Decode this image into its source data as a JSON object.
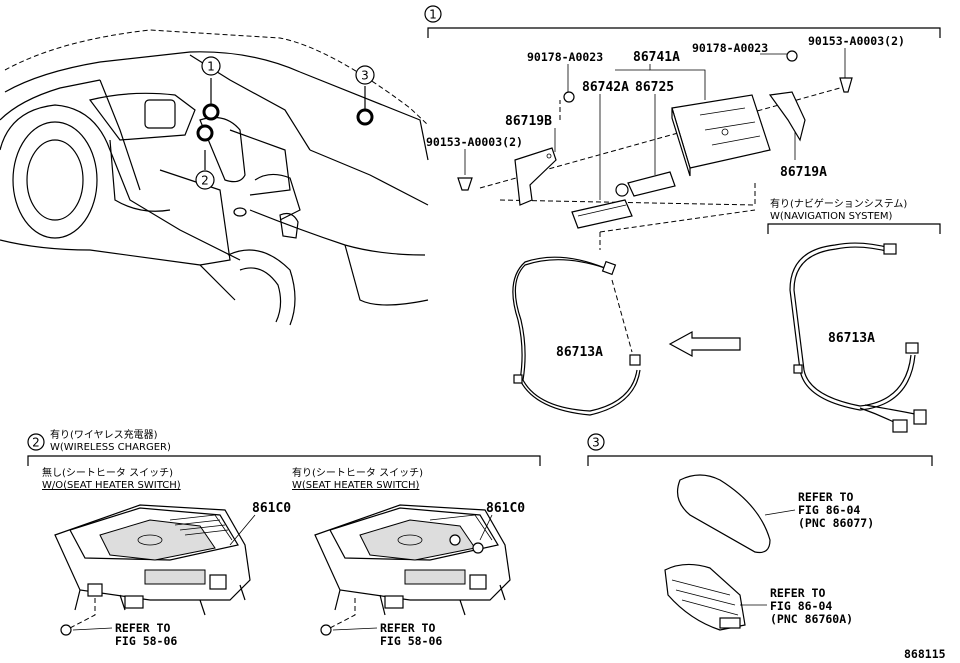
{
  "callouts": {
    "c1": "1",
    "c2": "2",
    "c3": "3"
  },
  "parts": {
    "p_90178_a": "90178-A0023",
    "p_86741A": "86741A",
    "p_90178_b": "90178-A0023",
    "p_90153_a": "90153-A0003(2)",
    "p_86742A": "86742A",
    "p_86725": "86725",
    "p_86719B": "86719B",
    "p_90153_b": "90153-A0003(2)",
    "p_86719A": "86719A",
    "p_86713A_left": "86713A",
    "p_86713A_right": "86713A",
    "p_861C0_a": "861C0",
    "p_861C0_b": "861C0"
  },
  "conditions": {
    "nav_jp": "有り(ナビゲーションシステム)",
    "nav_en": "W(NAVIGATION SYSTEM)",
    "wireless_jp": "有り(ワイヤレス充電器)",
    "wireless_en": "W(WIRELESS CHARGER)",
    "noseat_jp": "無し(シートヒータ スイッチ)",
    "noseat_en": "W/O(SEAT HEATER SWITCH)",
    "seat_jp": "有り(シートヒータ スイッチ)",
    "seat_en": "W(SEAT HEATER SWITCH)"
  },
  "refers": {
    "r1_l1": "REFER TO",
    "r1_l2": "FIG 86-04",
    "r1_l3": "(PNC 86077)",
    "r2_l1": "REFER TO",
    "r2_l2": "FIG 86-04",
    "r2_l3": "(PNC 86760A)",
    "r3_l1": "REFER TO",
    "r3_l2": "FIG 58-06",
    "r4_l1": "REFER TO",
    "r4_l2": "FIG 58-06"
  },
  "figure_number": "868115"
}
